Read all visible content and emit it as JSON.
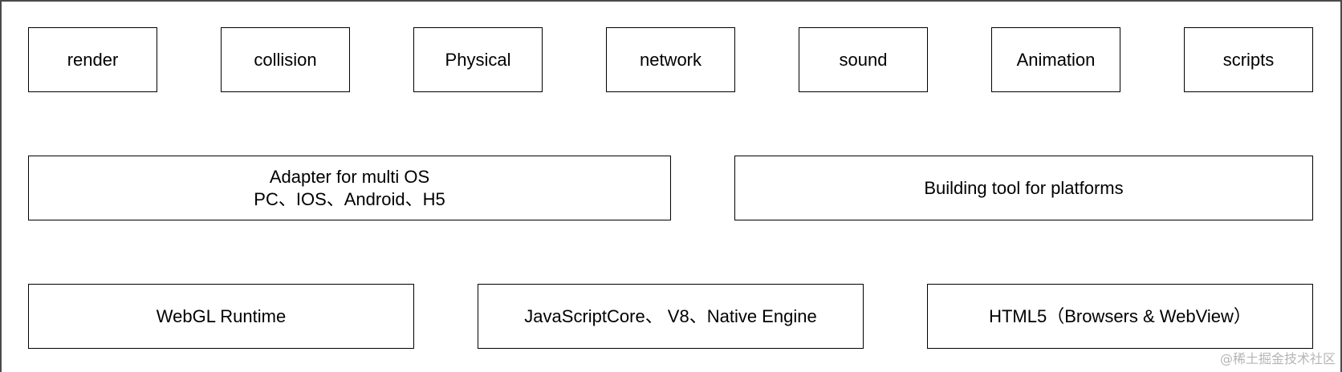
{
  "top_row": [
    {
      "label": "render"
    },
    {
      "label": "collision"
    },
    {
      "label": "Physical"
    },
    {
      "label": "network"
    },
    {
      "label": "sound"
    },
    {
      "label": "Animation"
    },
    {
      "label": "scripts"
    }
  ],
  "middle_row": {
    "adapter": {
      "line1": "Adapter for multi OS",
      "line2": "PC、IOS、Android、H5"
    },
    "building_tool": {
      "label": "Building tool for platforms"
    }
  },
  "bottom_row": [
    {
      "label": "WebGL Runtime"
    },
    {
      "label": "JavaScriptCore、 V8、Native Engine"
    },
    {
      "label": "HTML5（Browsers & WebView）"
    }
  ],
  "watermark": "@稀土掘金技术社区"
}
